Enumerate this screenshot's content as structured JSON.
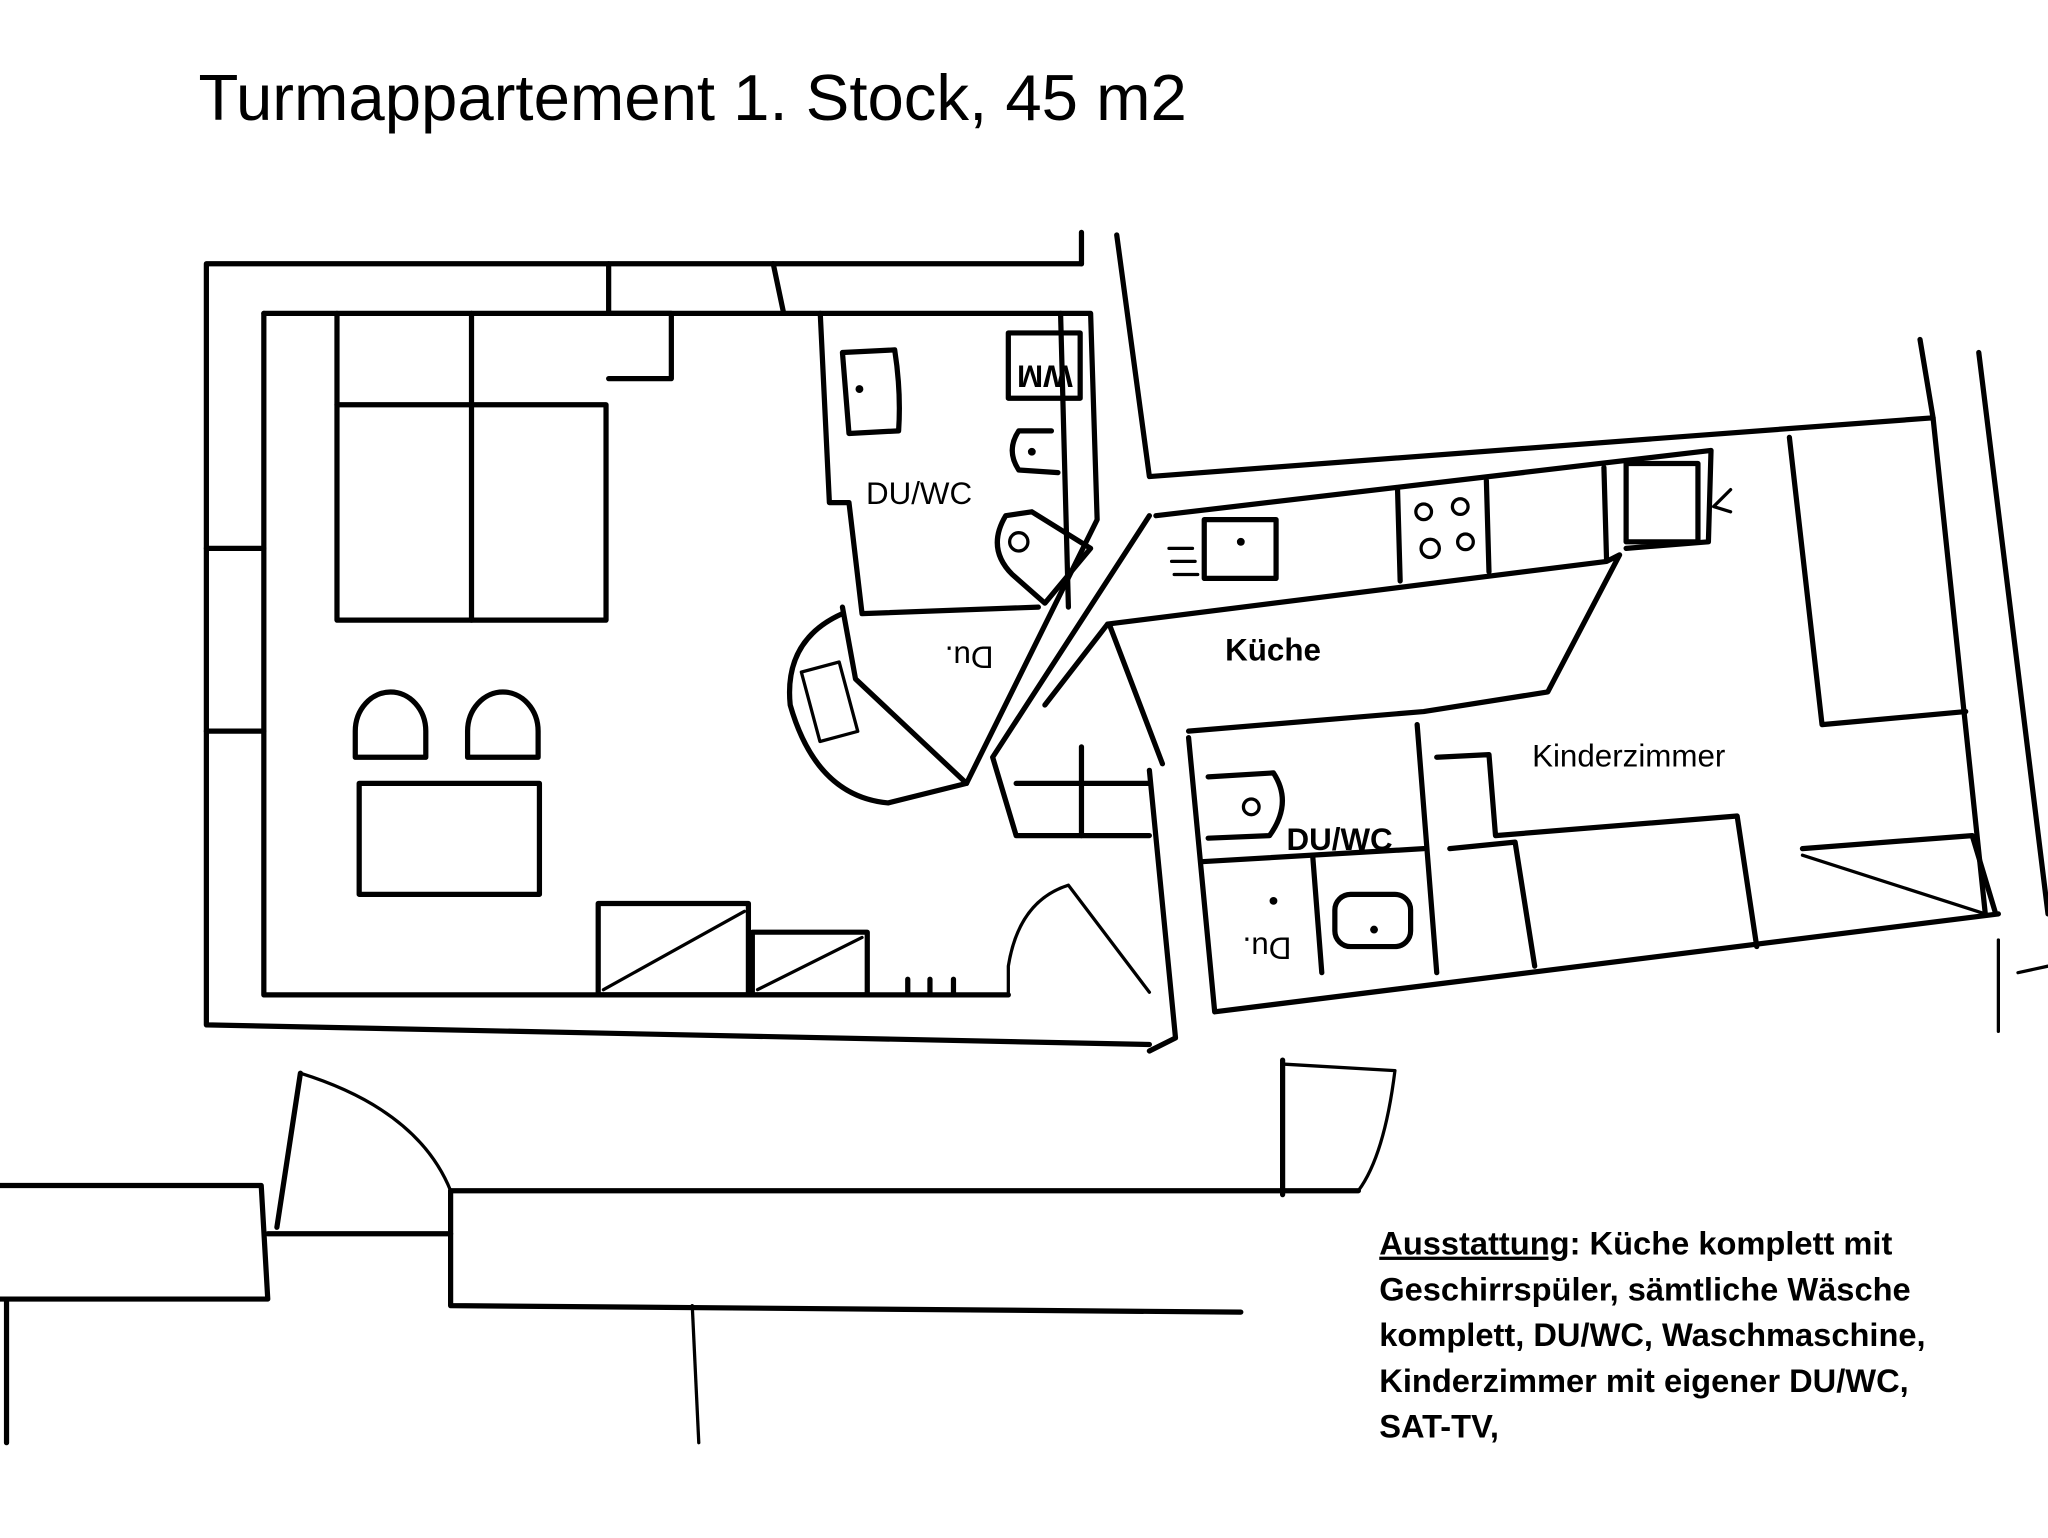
{
  "title": "Turmappartement  1. Stock, 45 m2",
  "rooms": {
    "bath_main": "DU/WC",
    "shower_main": "Du.",
    "washing_machine": "WM",
    "kitchen": "Küche",
    "kids_room": "Kinderzimmer",
    "bath_kids": "DU/WC",
    "shower_kids": "Du."
  },
  "notes": {
    "heading": "Ausstattung",
    "line1": ": Küche komplett mit",
    "line2": "Geschirrspüler, sämtliche Wäsche",
    "line3": "komplett, DU/WC, Waschmaschine,",
    "line4": "Kinderzimmer mit eigener DU/WC,",
    "line5": "SAT-TV,"
  }
}
